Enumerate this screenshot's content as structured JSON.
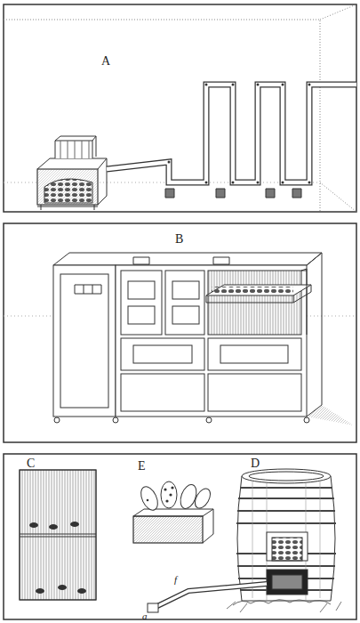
{
  "diagram": {
    "labels": [
      "A",
      "B",
      "C",
      "E",
      "D",
      "f",
      "a"
    ]
  }
}
